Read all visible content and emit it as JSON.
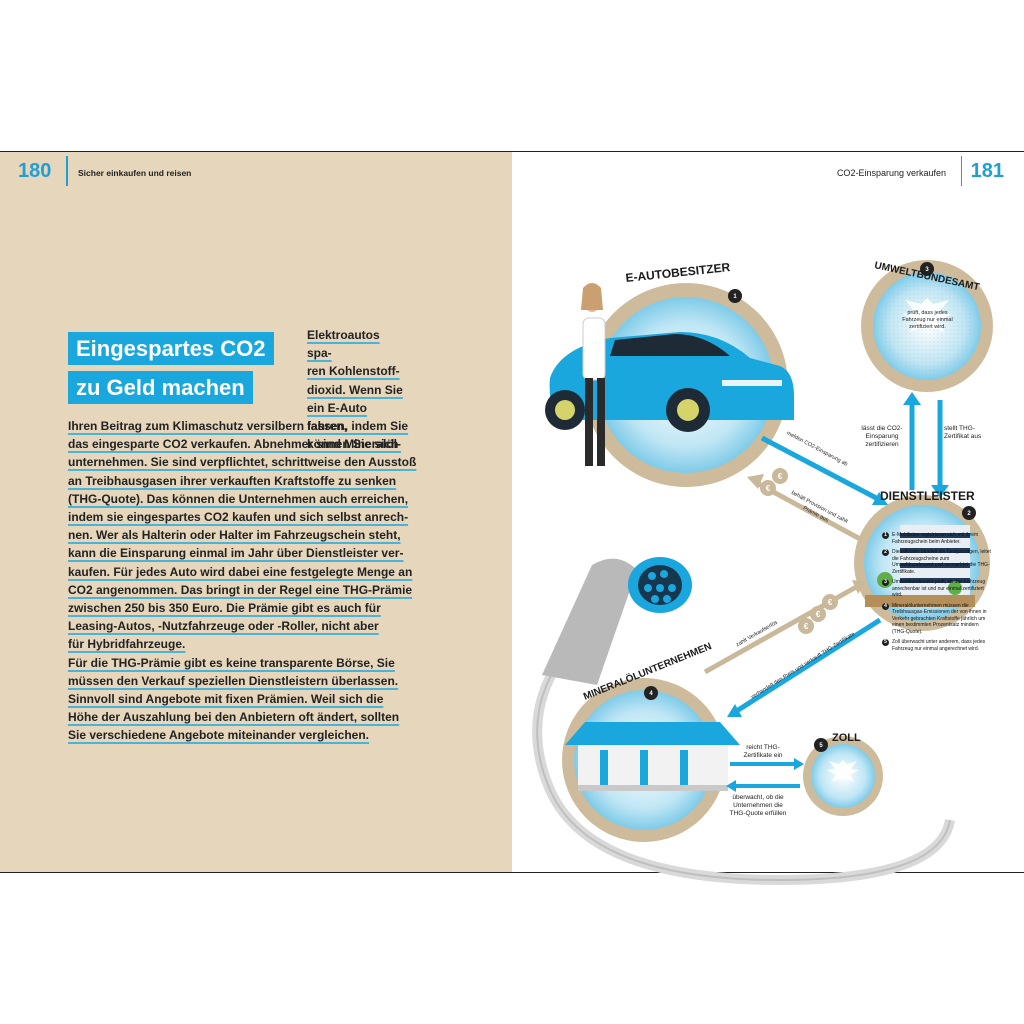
{
  "left_page": {
    "page_number": "180",
    "running_head": "Sicher einkaufen und reisen",
    "headline_line1": "Eingespartes CO2",
    "headline_line2": "zu Geld machen",
    "intro_lines": [
      "Elektroautos spa-",
      "ren Kohlenstoff-",
      "dioxid. Wenn Sie",
      "ein E-Auto fahren,",
      "können Sie sich"
    ],
    "body_lines": [
      "Ihren Beitrag zum Klimaschutz versilbern lassen, indem Sie",
      "das eingesparte CO2 verkaufen. Abnehmer sind Mineralöl-",
      "unternehmen. Sie sind verpflichtet, schrittweise den Ausstoß",
      "an Treibhausgasen ihrer verkauften Kraftstoffe zu senken",
      "(THG-Quote). Das können die Unternehmen auch erreichen,",
      "indem sie eingespartes CO2 kaufen und sich selbst anrech-",
      "nen. Wer als Halterin oder Halter im Fahrzeugschein steht,",
      "kann die Einsparung einmal im Jahr über Dienstleister ver-",
      "kaufen. Für jedes Auto wird dabei eine festgelegte Menge an",
      "CO2 angenommen. Das bringt in der Regel eine THG-Prämie",
      "zwischen 250 bis 350 Euro. Die Prämie gibt es auch für",
      "Leasing-Autos, -Nutzfahrzeuge oder -Roller, nicht aber",
      "für Hybridfahrzeuge.",
      "Für die THG-Prämie gibt es keine transparente Börse, Sie",
      "müssen den Verkauf speziellen Dienstleistern überlassen.",
      "Sinnvoll sind Angebote mit fixen Prämien. Weil sich die",
      "Höhe der Auszahlung bei den Anbietern oft ändert, sollten",
      "Sie verschiedene Angebote miteinander vergleichen."
    ]
  },
  "right_page": {
    "page_number": "181",
    "running_head": "CO2-Einsparung verkaufen",
    "nodes": {
      "e_auto": {
        "title": "E-AUTOBESITZER",
        "num": "1"
      },
      "uba": {
        "title": "UMWELTBUNDESAMT",
        "num": "3",
        "inner": "prüft, dass jedes Fahrzeug nur einmal zertifiziert wird."
      },
      "dienst": {
        "title": "DIENSTLEISTER",
        "num": "2"
      },
      "mineral": {
        "title": "MINERALÖLUNTERNEHMEN",
        "num": "4"
      },
      "zoll": {
        "title": "ZOLL",
        "num": "5"
      }
    },
    "arrows": {
      "a1": "melden CO2-Einsparung ab",
      "a2": "behält Provision und zahlt Prämie aus",
      "a3": "lässt die CO2-Einsparung zertifizieren",
      "a4": "stellt THG-Zertifikat aus",
      "a5": "zahlt Verkaufserlös",
      "a6": "verhandelt den Preis und verkauft THG-Zertifikate",
      "a7": "reicht THG-Zertifikate ein",
      "a8": "überwacht, ob die Unternehmen die THG-Quote erfüllen"
    },
    "legend": [
      {
        "n": "1",
        "text": "E-Mobilisten registrieren sich mit ihrem Fahrzeugschein beim Anbieter."
      },
      {
        "n": "2",
        "text": "Dienstleister bündelt die Einsparungen, leitet die Fahrzeugscheine zum Umweltbundesamt und vermarktet die THG-Zertifikate."
      },
      {
        "n": "3",
        "text": "Umweltbundesamt prüft, ob das Fahrzeug anrechenbar ist und nur einmal zertifiziert wird."
      },
      {
        "n": "4",
        "text": "Mineralölunternehmen müssen die Treibhausgas-Emissionen der von ihnen in Verkehr gebrachten Kraftstoffe jährlich um einen bestimmten Prozentsatz mindern (THG-Quote)."
      },
      {
        "n": "5",
        "text": "Zoll überwacht unter anderem, dass jedes Fahrzeug nur einmal angerechnet wird."
      }
    ]
  },
  "colors": {
    "accent": "#1aa7de",
    "beige": "#e6d6bc",
    "tan": "#c9b89a"
  }
}
